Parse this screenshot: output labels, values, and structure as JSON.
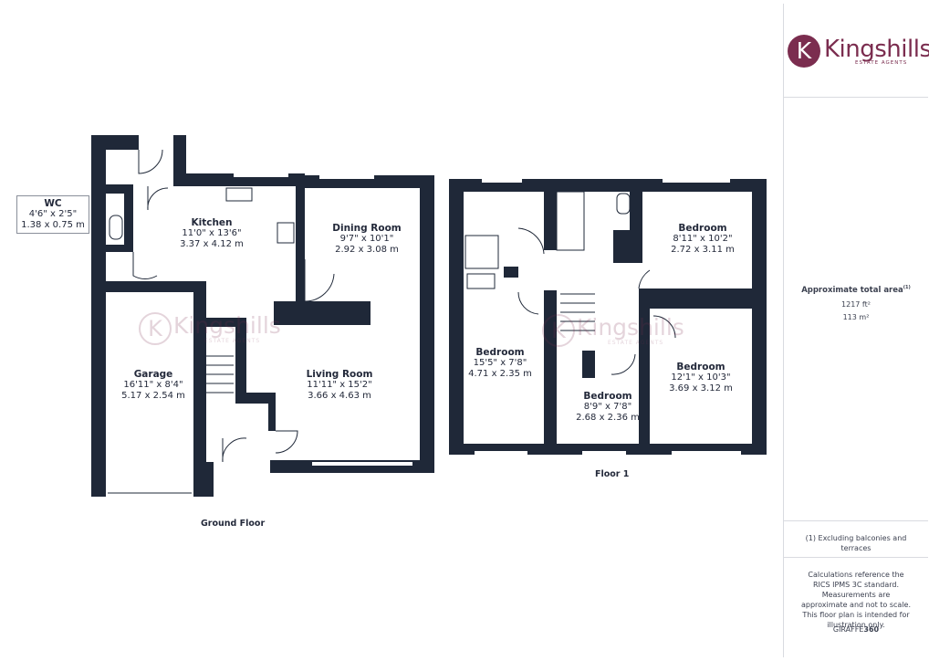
{
  "brand": {
    "name": "Kingshills",
    "subtitle": "ESTATE AGENTS",
    "letter": "K",
    "color": "#7b2d4f"
  },
  "rooms": {
    "wc": {
      "name": "WC",
      "imperial": "4'6\" x 2'5\"",
      "metric": "1.38 x 0.75 m"
    },
    "kitchen": {
      "name": "Kitchen",
      "imperial": "11'0\" x 13'6\"",
      "metric": "3.37 x 4.12 m"
    },
    "dining": {
      "name": "Dining Room",
      "imperial": "9'7\" x 10'1\"",
      "metric": "2.92 x 3.08 m"
    },
    "garage": {
      "name": "Garage",
      "imperial": "16'11\" x 8'4\"",
      "metric": "5.17 x 2.54 m"
    },
    "living": {
      "name": "Living Room",
      "imperial": "11'11\" x 15'2\"",
      "metric": "3.66 x 4.63 m"
    },
    "bed1": {
      "name": "Bedroom",
      "imperial": "8'11\" x 10'2\"",
      "metric": "2.72 x 3.11 m"
    },
    "bed2": {
      "name": "Bedroom",
      "imperial": "15'5\" x 7'8\"",
      "metric": "4.71 x 2.35 m"
    },
    "bed3": {
      "name": "Bedroom",
      "imperial": "12'1\" x 10'3\"",
      "metric": "3.69 x 3.12 m"
    },
    "bed4": {
      "name": "Bedroom",
      "imperial": "8'9\" x 7'8\"",
      "metric": "2.68 x 2.36 m"
    }
  },
  "floors": {
    "ground": "Ground Floor",
    "first": "Floor 1"
  },
  "area": {
    "title": "Approximate total area",
    "footnote_mark": "(1)",
    "imperial": "1217 ft²",
    "metric": "113 m²"
  },
  "footnote": "(1) Excluding balconies and terraces",
  "disclaimer": "Calculations reference the RICS IPMS 3C standard. Measurements are approximate and not to scale. This floor plan is intended for illustration only.",
  "credit_main": "GIRAFFE",
  "credit_num": "360",
  "colors": {
    "wall": "#1f2838",
    "accent": "#7b2d4f"
  }
}
